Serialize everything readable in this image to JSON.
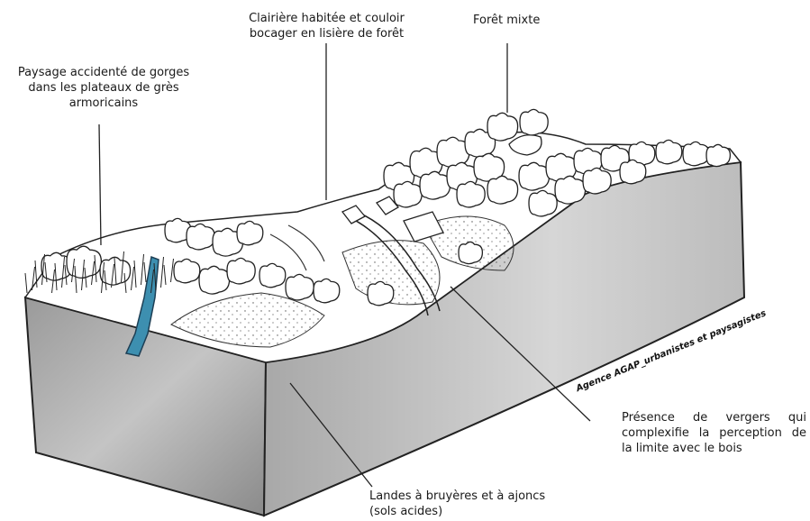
{
  "labels": {
    "gorges": [
      "Paysage accidenté de gorges",
      "dans les plateaux de grès",
      "armoricains"
    ],
    "clairiere": [
      "Clairière habitée et couloir",
      "bocager en lisière de forêt"
    ],
    "foret": [
      "Forêt mixte"
    ],
    "vergers": [
      "Présence de vergers qui",
      "complexifie la perception de",
      "la limite avec le bois"
    ],
    "landes": [
      "Landes à bruyères et à ajoncs",
      "(sols acides)"
    ]
  },
  "signature": "Agence AGAP_urbanistes et paysagistes",
  "colors": {
    "water": "#3d8fb0",
    "block_light": "#b8b8b8",
    "block_dark": "#7a7a7a"
  }
}
